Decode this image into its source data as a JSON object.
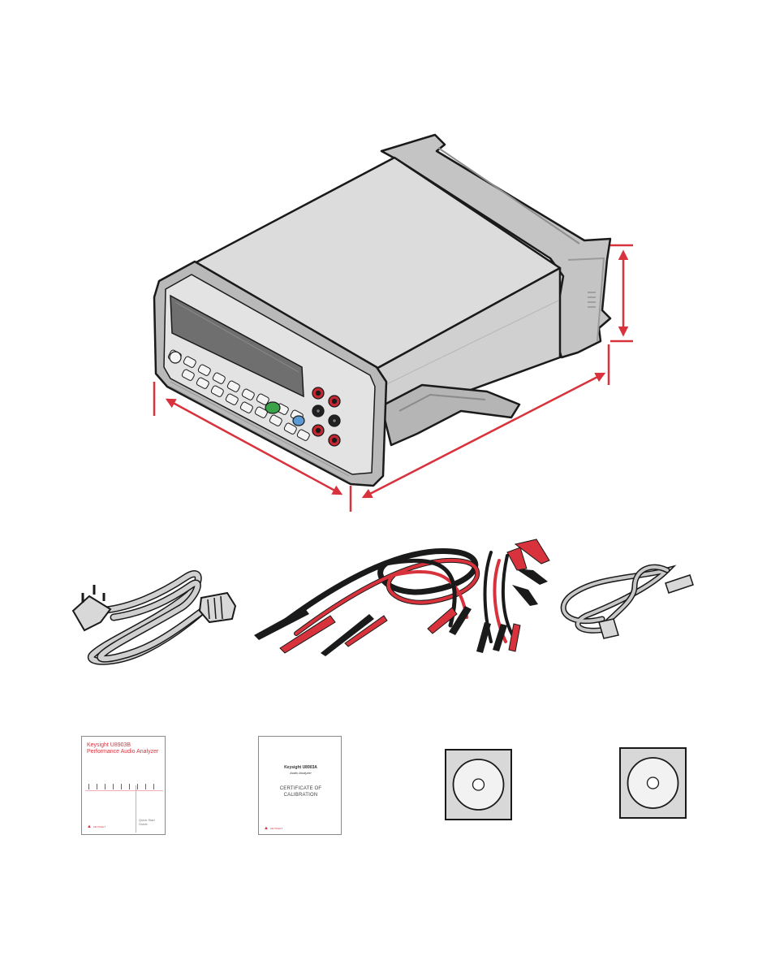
{
  "colors": {
    "accent": "#d8323c",
    "outline": "#1a1a1a",
    "case_gray": "#d7d7d7",
    "bezel_gray": "#b8b8b8",
    "display": "#6f6f6f",
    "green_key": "#3aa34a",
    "blue_key": "#5b9bd5",
    "cable_gray": "#c8c8c8"
  },
  "icons": {
    "instrument": "benchtop-analyzer-icon",
    "power_cord": "power-cord-icon",
    "test_leads": "test-leads-icon",
    "usb_cable": "usb-cable-icon",
    "cd_1": "cd-disc-icon",
    "cd_2": "cd-disc-icon"
  },
  "quick_start_guide": {
    "brand": "Keysight U8903B",
    "product": "Performance Audio Analyzer",
    "guide_label": "Quick Start Guide",
    "logo_text": "KEYSIGHT"
  },
  "certificate": {
    "brand": "Keysight U8903A",
    "product": "Audio Analyzer",
    "title_line1": "CERTIFICATE OF",
    "title_line2": "CALIBRATION",
    "logo_text": "KEYSIGHT"
  }
}
